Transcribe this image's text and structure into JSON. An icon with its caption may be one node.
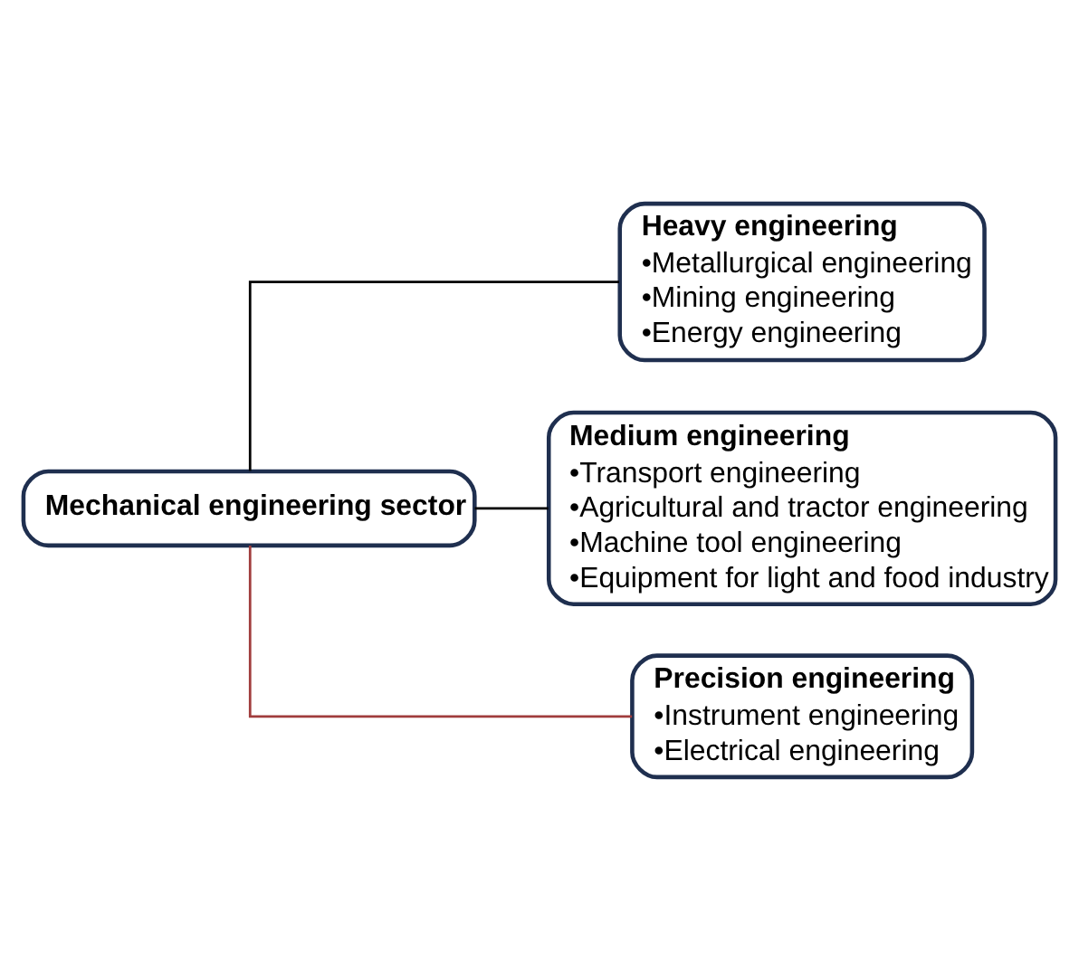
{
  "diagram": {
    "nodes": [
      {
        "text": [
          "Mechanical engineering sector"
        ]
      },
      {
        "text": [
          "Heavy engineering",
          "•Metallurgical engineering",
          "•Mining engineering",
          "•Energy engineering"
        ]
      },
      {
        "text": [
          "Medium engineering",
          "•Transport engineering",
          "•Agricultural and tractor engineering",
          "•Machine tool engineering",
          "•Equipment for light and food industry"
        ]
      },
      {
        "text": [
          "Precision engineering",
          "•Instrument engineering",
          "•Electrical engineering"
        ]
      }
    ],
    "edges": [
      {
        "from": 0,
        "to": 1,
        "arrow": "none"
      },
      {
        "from": 0,
        "to": 2,
        "arrow": "none"
      },
      {
        "from": 0,
        "to": 3,
        "arrow": "none",
        "color": "#a03c3c"
      }
    ]
  }
}
